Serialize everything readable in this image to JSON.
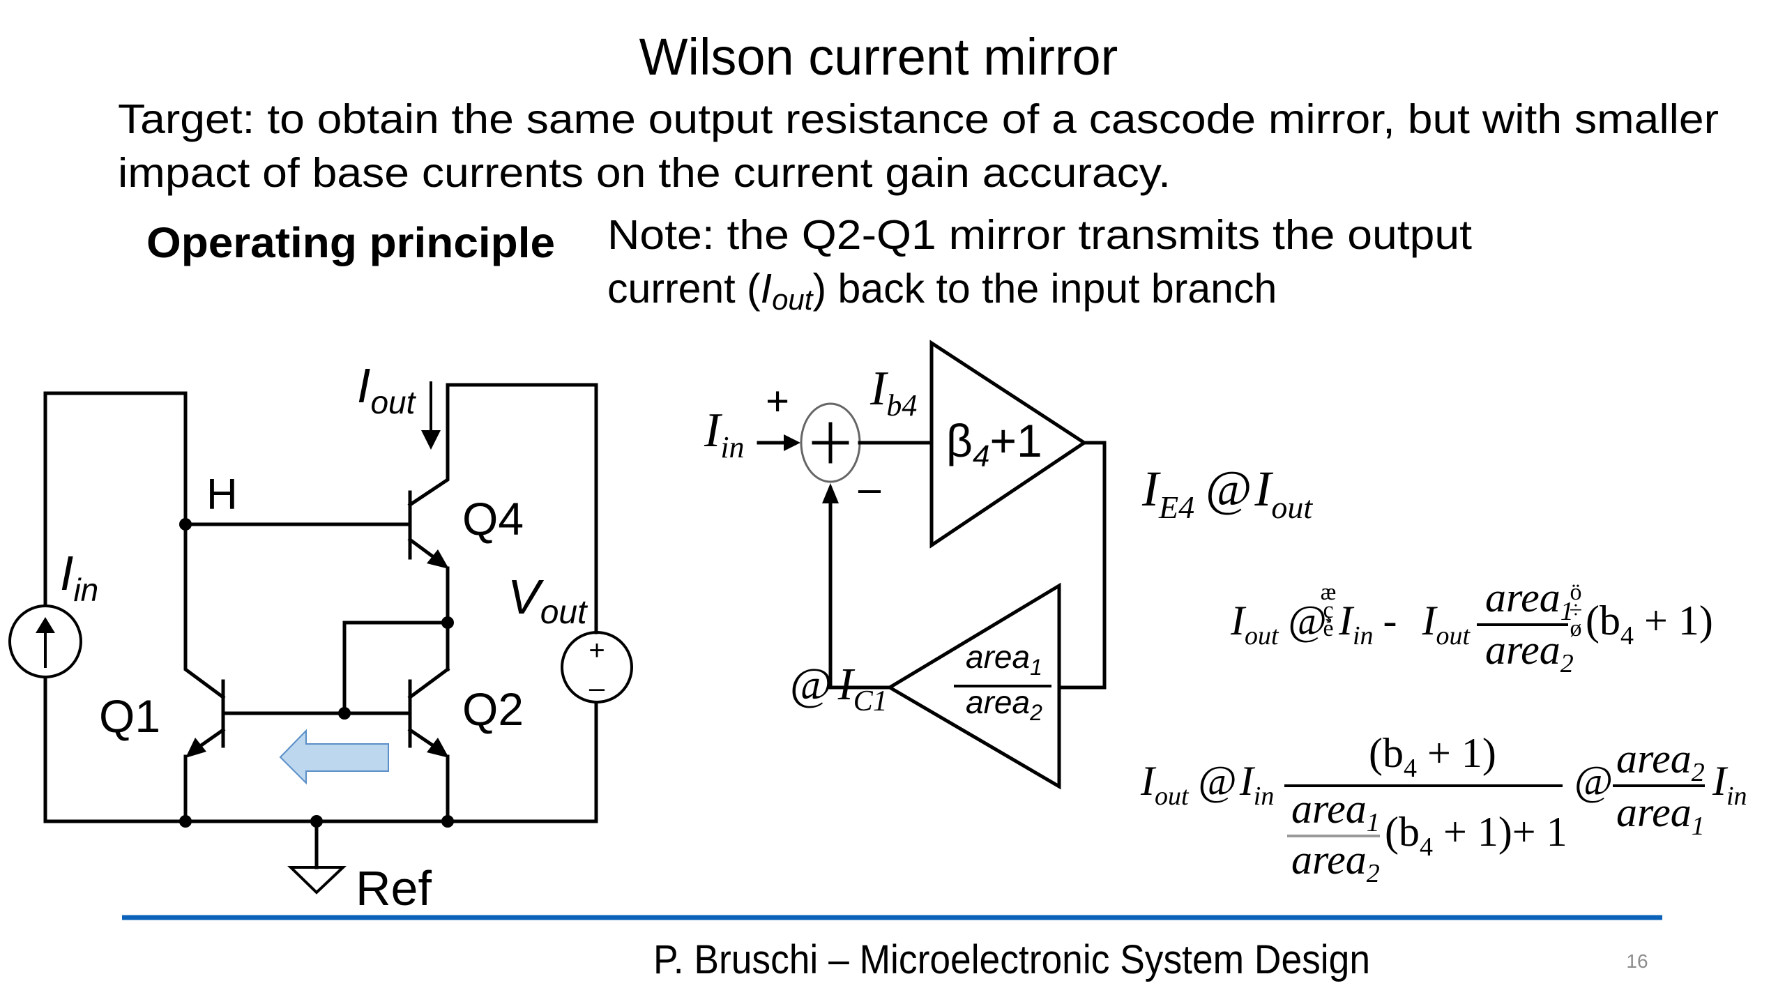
{
  "slide": {
    "title": "Wilson current mirror",
    "target_line_1": "Target: to obtain the same output resistance of a cascode mirror, but with smaller",
    "target_line_2": "impact of base currents on the current gain accuracy.",
    "section_heading": "Operating principle",
    "note_line_1": "Note: the Q2-Q1 mirror transmits the output",
    "note_line_2_pre": "current (",
    "note_line_2_sym": "I",
    "note_line_2_sub": "out",
    "note_line_2_post": ") back to the input branch",
    "footer": "P. Bruschi – Microelectronic System Design",
    "page_number": "16",
    "accent_color": "#0b62b8"
  },
  "circuit": {
    "labels": {
      "iin": "I",
      "iin_sub": "in",
      "iout": "I",
      "iout_sub": "out",
      "h_node": "H",
      "q1": "Q1",
      "q2": "Q2",
      "q4": "Q4",
      "vout": "V",
      "vout_sub": "out",
      "ref": "Ref",
      "plus": "+",
      "minus": "–"
    },
    "arrow_color_fill": "#bdd7ee",
    "arrow_color_stroke": "#5b8fc7"
  },
  "block_diagram": {
    "iin": "I",
    "iin_sub": "in",
    "plus_sign": "+",
    "minus_sign": "–",
    "sum_symbol": "+",
    "ib4": "I",
    "ib4_sub": "b4",
    "gain_block": "β",
    "gain_block_sub": "4",
    "gain_block_post": "+1",
    "mirror_num": "area",
    "mirror_num_sub": "1",
    "mirror_den": "area",
    "mirror_den_sub": "2",
    "ic1_prefix": "@",
    "ic1": "I",
    "ic1_sub": "C1"
  },
  "equations": {
    "eq1": {
      "lhs": "I",
      "lhs_sub": "E4",
      "rel": "@",
      "rhs": "I",
      "rhs_sub": "out"
    },
    "eq2": {
      "lhs": "I",
      "lhs_sub": "out",
      "rel": "@",
      "bracket_left": "æçè",
      "term1": "I",
      "term1_sub": "in",
      "op": "-",
      "term2": "I",
      "term2_sub": "out",
      "frac_num": "area",
      "frac_num_sub": "1",
      "frac_den": "area",
      "frac_den_sub": "2",
      "bracket_right": "ö÷ø",
      "factor": "(b",
      "factor_sub": "4",
      "factor_post": " + 1)"
    },
    "eq3": {
      "lhs": "I",
      "lhs_sub": "out",
      "rel1": "@",
      "iin": "I",
      "iin_sub": "in",
      "num": "(b",
      "num_sub": "4",
      "num_post": " + 1)",
      "den_frac_num": "area",
      "den_frac_num_sub": "1",
      "den_frac_den": "area",
      "den_frac_den_sub": "2",
      "den_rest": "(b",
      "den_rest_sub": "4",
      "den_rest_post": " + 1)+ 1",
      "rel2": "@",
      "res_num": "area",
      "res_num_sub": "2",
      "res_den": "area",
      "res_den_sub": "1",
      "res_iin": "I",
      "res_iin_sub": "in"
    }
  }
}
